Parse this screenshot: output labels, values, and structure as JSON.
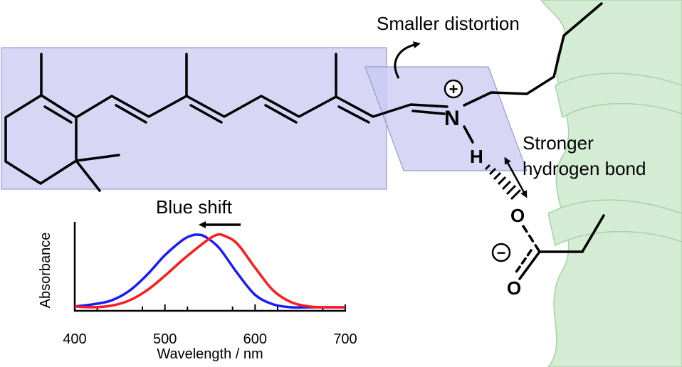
{
  "annotations": {
    "smaller_distortion": "Smaller distortion",
    "stronger_line1": "Stronger",
    "stronger_line2": "hydrogen bond",
    "blue_shift": "Blue shift"
  },
  "atoms": {
    "nitrogen": "N",
    "hydrogen": "H",
    "oxygen_top": "O",
    "oxygen_bottom": "O",
    "plus_charge": "+",
    "minus_charge": "−"
  },
  "colors": {
    "plane_fill": "#c9c9f2",
    "plane_stroke": "#8a8ad6",
    "helix": "#d3ecd3",
    "helix_edge": "#a7d3a7",
    "blue_series": "#1a1aff",
    "red_series": "#ff1a1a"
  },
  "chart_data": {
    "type": "line",
    "title": "",
    "xlabel": "Wavelength / nm",
    "ylabel": "Absorbance",
    "xlim": [
      400,
      700
    ],
    "ylim": [
      0,
      1
    ],
    "x_ticks": [
      "400",
      "500",
      "600",
      "700"
    ],
    "series": [
      {
        "color": "#1a1aff",
        "x": [
          400,
          420,
          440,
          460,
          480,
          500,
          520,
          530,
          537,
          545,
          560,
          580,
          600,
          620,
          640,
          660,
          680,
          700
        ],
        "y": [
          0.02,
          0.05,
          0.1,
          0.23,
          0.45,
          0.72,
          0.93,
          0.99,
          1.0,
          0.97,
          0.82,
          0.48,
          0.18,
          0.05,
          0.01,
          0.01,
          0.01,
          0.01
        ]
      },
      {
        "color": "#ff1a1a",
        "x": [
          400,
          420,
          440,
          460,
          480,
          500,
          520,
          540,
          550,
          558,
          565,
          580,
          600,
          620,
          640,
          660,
          680,
          700
        ],
        "y": [
          0.02,
          0.01,
          0.03,
          0.1,
          0.24,
          0.44,
          0.66,
          0.86,
          0.95,
          1.0,
          0.99,
          0.88,
          0.55,
          0.24,
          0.08,
          0.02,
          0.01,
          0.01
        ]
      }
    ]
  }
}
